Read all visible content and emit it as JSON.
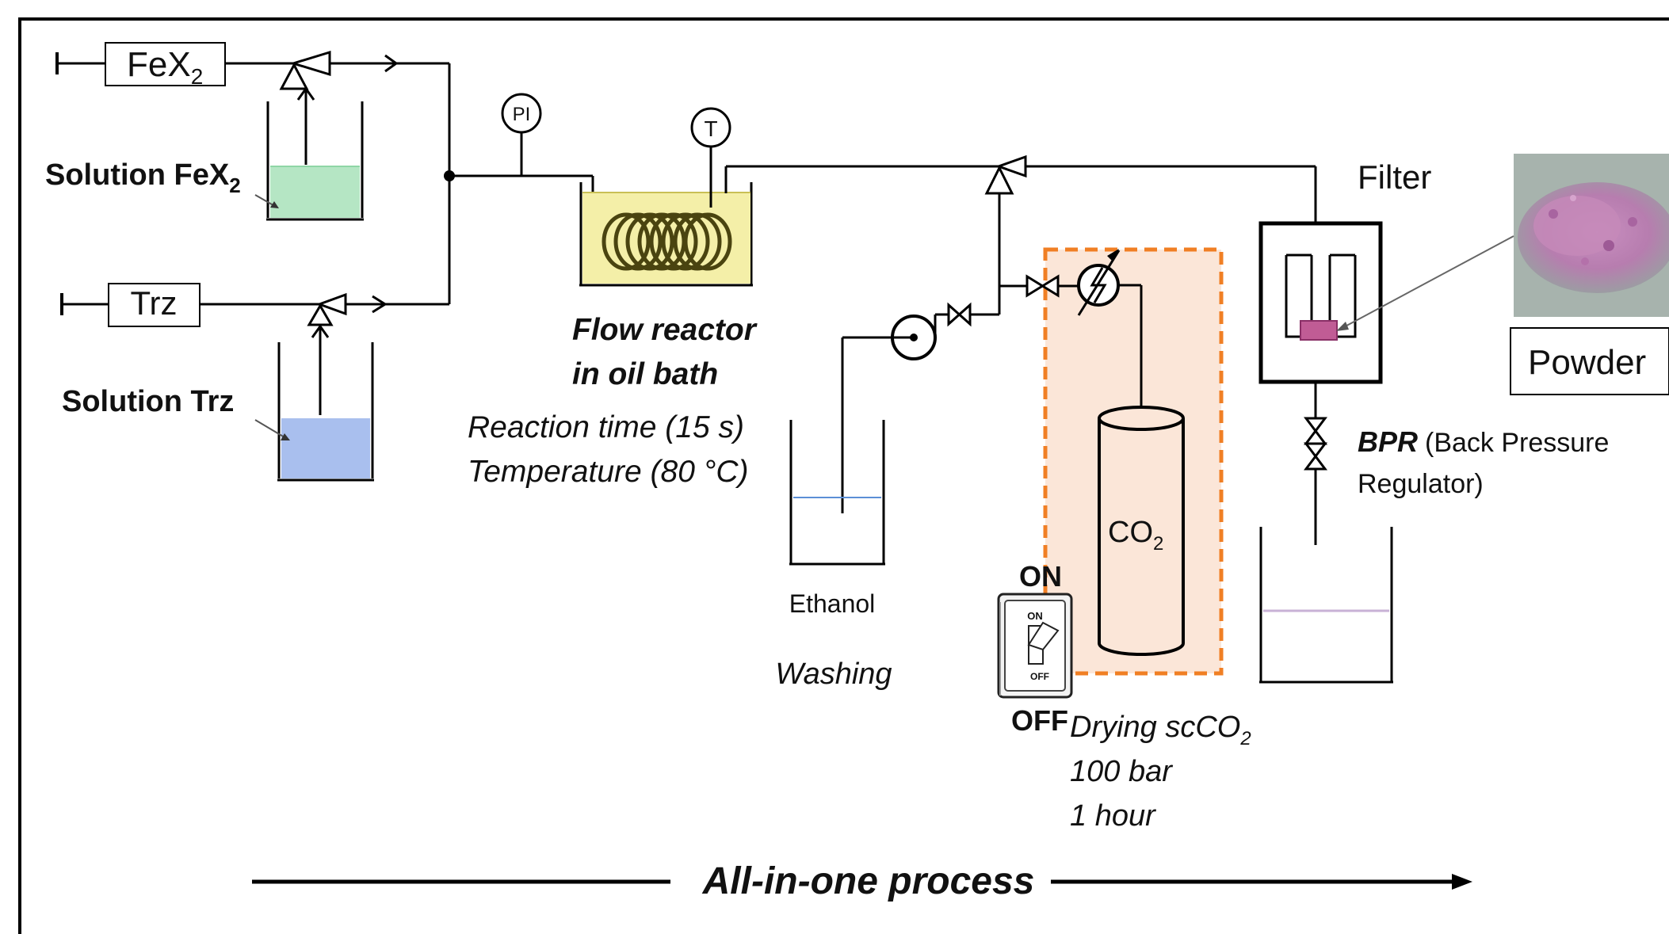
{
  "reagent_a": {
    "box_main": "FeX",
    "box_sub": "2",
    "solution_main": "Solution FeX",
    "solution_sub": "2",
    "liquid_color": "#b5e6c4"
  },
  "reagent_b": {
    "box": "Trz",
    "solution": "Solution Trz",
    "liquid_color": "#a9bfee"
  },
  "instruments": {
    "pressure": "PI",
    "temperature": "T"
  },
  "reactor": {
    "line1": "Flow reactor",
    "line2": "in oil bath",
    "bath_color": "#f4efa8",
    "param1": "Reaction time (15 s)",
    "param2": "Temperature (80 °C)"
  },
  "washing": {
    "solvent": "Ethanol",
    "label": "Washing"
  },
  "drying": {
    "tank_main": "CO",
    "tank_sub": "2",
    "label_main": "Drying scCO",
    "label_sub": "2",
    "pressure": "100 bar",
    "time": "1 hour",
    "zone_fill": "#fbe6d8",
    "zone_border": "#f07f24"
  },
  "switch": {
    "on_label": "ON",
    "off_label": "OFF",
    "plate_on": "ON",
    "plate_off": "OFF",
    "on_color": "#e8000b",
    "off_color": "#4e8a36"
  },
  "filter": {
    "label": "Filter",
    "product_label": "Powder",
    "product_color": "#c05c95"
  },
  "bpr": {
    "abbr": "BPR",
    "name_line1": "(Back Pressure",
    "name_line2": "Regulator)"
  },
  "process": {
    "label": "All-in-one process"
  },
  "icons": [
    "arrow-icon",
    "check-valve-icon",
    "pump-icon",
    "gate-valve-icon",
    "heat-exchanger-icon",
    "toggle-switch-icon",
    "powder-photo"
  ]
}
